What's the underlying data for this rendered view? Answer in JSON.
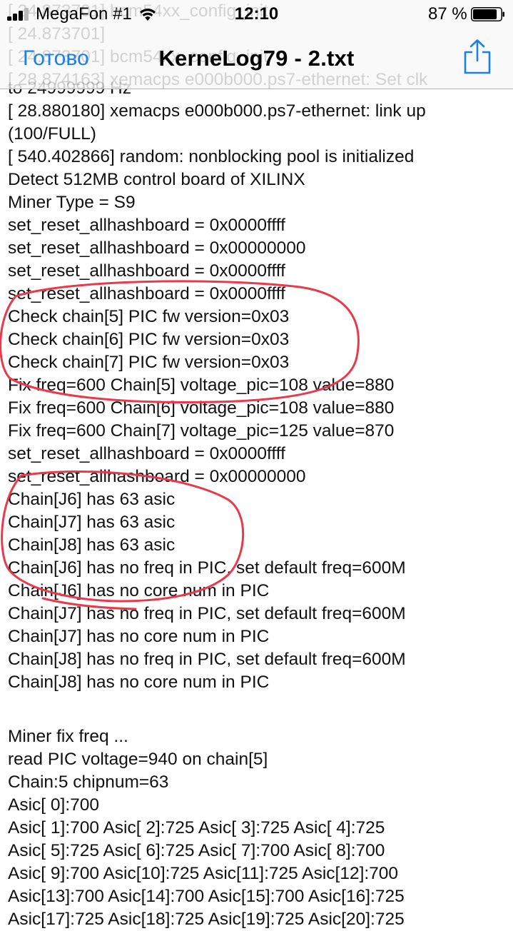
{
  "status_bar": {
    "carrier": "MegaFon #1",
    "time": "12:10",
    "battery_percent": "87 %",
    "battery_level": 0.87,
    "signal_bars_on": 3,
    "signal_bars_total": 4
  },
  "nav": {
    "done_label": "Готово",
    "title": "KerneLog79 - 2.txt"
  },
  "behind_header_lines": [
    "[   24.873701] bcm54xx_config_init",
    "[   24.873701]",
    "[   24.873701] bcm54xx_config_init",
    "[   28.874163] xemacps e000b000.ps7-ethernet: Set clk"
  ],
  "log": {
    "lines": [
      "to 24999999 Hz",
      "[   28.880180] xemacps e000b000.ps7-ethernet: link up",
      "(100/FULL)",
      "[  540.402866] random: nonblocking pool is initialized",
      "Detect 512MB control board of XILINX",
      "Miner Type = S9",
      "set_reset_allhashboard = 0x0000ffff",
      "set_reset_allhashboard = 0x00000000",
      "set_reset_allhashboard = 0x0000ffff",
      "set_reset_allhashboard = 0x0000ffff",
      "Check chain[5] PIC fw version=0x03",
      "Check chain[6] PIC fw version=0x03",
      "Check chain[7] PIC fw version=0x03",
      "Fix freq=600 Chain[5] voltage_pic=108 value=880",
      "Fix freq=600 Chain[6] voltage_pic=108 value=880",
      "Fix freq=600 Chain[7] voltage_pic=125 value=870",
      "set_reset_allhashboard = 0x0000ffff",
      "set_reset_allhashboard = 0x00000000",
      "Chain[J6] has 63 asic",
      "Chain[J7] has 63 asic",
      "Chain[J8] has 63 asic",
      "Chain[J6] has no freq in PIC, set default freq=600M",
      "Chain[J6] has no core num in PIC",
      "Chain[J7] has no freq in PIC, set default freq=600M",
      "Chain[J7] has no core num in PIC",
      "Chain[J8] has no freq in PIC, set default freq=600M",
      "Chain[J8] has no core num in PIC",
      "",
      "Miner fix freq ...",
      "read PIC voltage=940 on chain[5]",
      "Chain:5 chipnum=63",
      "Asic[ 0]:700",
      "Asic[ 1]:700 Asic[ 2]:725 Asic[ 3]:725 Asic[ 4]:725",
      "Asic[ 5]:725 Asic[ 6]:725 Asic[ 7]:700 Asic[ 8]:700",
      "Asic[ 9]:700 Asic[10]:725 Asic[11]:725 Asic[12]:700",
      "Asic[13]:700 Asic[14]:700 Asic[15]:700 Asic[16]:725",
      "Asic[17]:725 Asic[18]:725 Asic[19]:725 Asic[20]:725"
    ]
  },
  "colors": {
    "accent": "#1e7fe9",
    "annotation": "#e8394d",
    "text": "#111111"
  }
}
